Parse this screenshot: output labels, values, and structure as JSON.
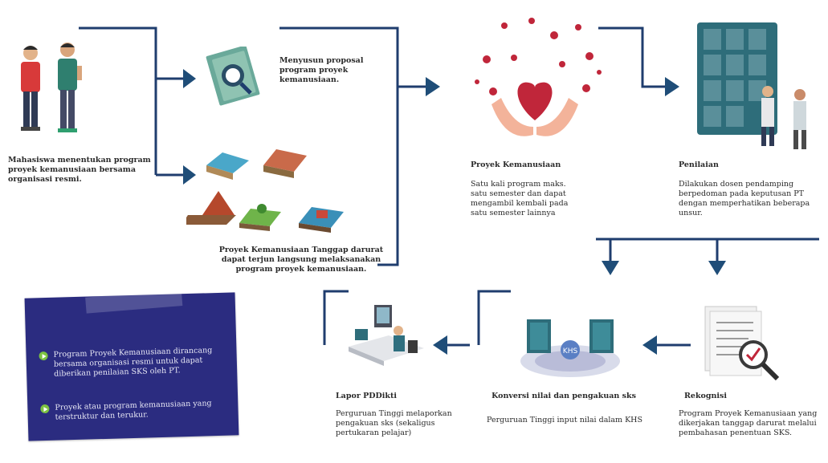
{
  "steps": {
    "student": {
      "text": "Mahasiswa menentukan program proyek kemanusiaan bersama organisasi resmi."
    },
    "proposal": {
      "text": "Menyusun proposal program proyek kemanusiaan."
    },
    "emergency": {
      "text": "Proyek Kemanusiaan Tanggap darurat dapat terjun langsung melaksanakan program proyek kemanusiaan."
    },
    "humanitarian": {
      "title": "Proyek Kemanusiaan",
      "text": "Satu kali program maks. satu semester dan dapat mengambil kembali pada satu semester lainnya"
    },
    "assessment": {
      "title": "Penilaian",
      "text": "Dilakukan dosen pendamping berpedoman pada keputusan PT dengan memperhatikan beberapa unsur."
    },
    "recognition": {
      "title": "Rekognisi",
      "text": "Program Proyek Kemanusiaan yang dikerjakan tanggap darurat melalui pembahasan penentuan SKS."
    },
    "conversion": {
      "title": "Konversi nilai dan pengakuan sks",
      "text": "Perguruan Tinggi input nilai dalam KHS"
    },
    "report": {
      "title": "Lapor PDDikti",
      "text": "Perguruan Tinggi melaporkan pengakuan sks (sekaligus pertukaran pelajar)"
    }
  },
  "khs_label": "KHS",
  "note": {
    "items": [
      "Program Proyek Kemanusiaan dirancang bersama organisasi resmi untuk dapat diberikan penilaian SKS oleh PT.",
      "Proyek atau program kemanusiaan yang terstruktur dan terukur."
    ]
  },
  "colors": {
    "line": "#1f3d6e",
    "arrow": "#1f4d78",
    "note_bg": "#2b2c80",
    "accent_green": "#7cc242",
    "heart": "#c0263a"
  }
}
